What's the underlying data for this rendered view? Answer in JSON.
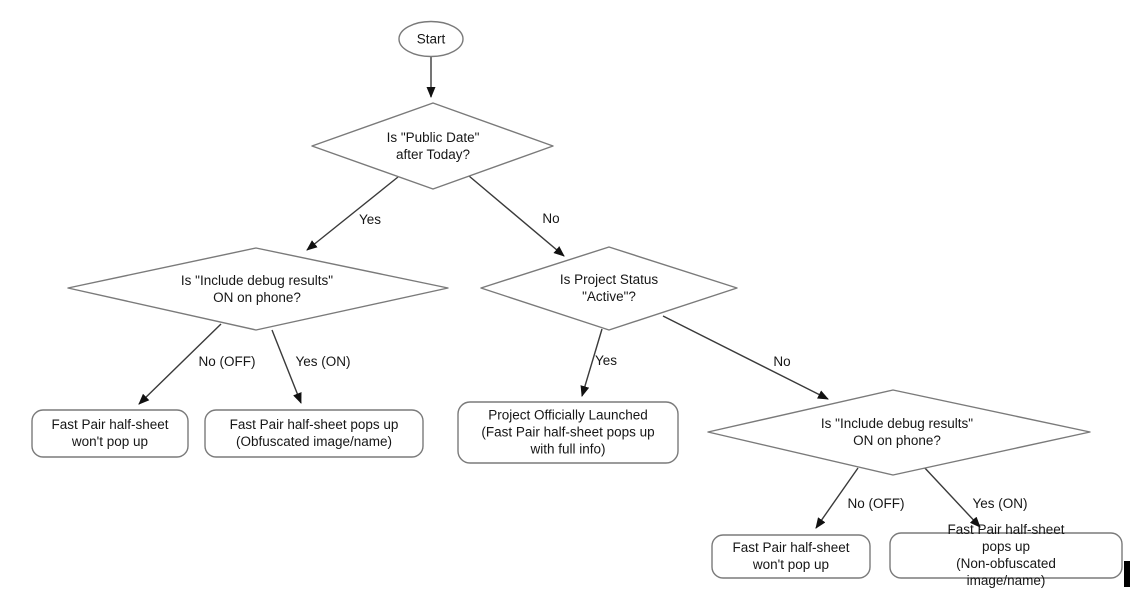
{
  "flowchart": {
    "colors": {
      "background": "#ffffff",
      "shape_stroke": "#7a7a7a",
      "connector": "#3a3a3a",
      "arrowhead": "#111111",
      "text": "#161616"
    },
    "start": {
      "id": "start",
      "type": "terminator",
      "label": "Start"
    },
    "decisions": {
      "public_date": {
        "id": "public_date",
        "type": "decision",
        "label": "Is \"Public Date\"\nafter Today?"
      },
      "debug_left": {
        "id": "debug_left",
        "type": "decision",
        "label": "Is \"Include debug results\"\nON on phone?"
      },
      "project_status": {
        "id": "project_status",
        "type": "decision",
        "label": "Is Project Status\n\"Active\"?"
      },
      "debug_right": {
        "id": "debug_right",
        "type": "decision",
        "label": "Is \"Include debug results\"\nON on phone?"
      }
    },
    "outcomes": {
      "wont_popup_left": {
        "id": "wont_popup_left",
        "type": "process",
        "label": "Fast Pair half-sheet\nwon't pop up"
      },
      "popup_obfuscated": {
        "id": "popup_obfuscated",
        "type": "process",
        "label": "Fast Pair half-sheet pops up\n(Obfuscated image/name)"
      },
      "launched": {
        "id": "launched",
        "type": "process",
        "label": "Project Officially Launched\n(Fast Pair half-sheet pops up\nwith full info)"
      },
      "wont_popup_right": {
        "id": "wont_popup_right",
        "type": "process",
        "label": "Fast Pair half-sheet\nwon't pop up"
      },
      "popup_nonobfuscated": {
        "id": "popup_nonobfuscated",
        "type": "process",
        "label": "Fast Pair half-sheet pops up\n(Non-obfuscated image/name)"
      }
    },
    "edges": {
      "start_to_public_date": {
        "from": "start",
        "to": "public_date",
        "label": ""
      },
      "yes_top": {
        "from": "public_date",
        "to": "debug_left",
        "label": "Yes"
      },
      "no_top": {
        "from": "public_date",
        "to": "project_status",
        "label": "No"
      },
      "no_off_left": {
        "from": "debug_left",
        "to": "wont_popup_left",
        "label": "No (OFF)"
      },
      "yes_on_left": {
        "from": "debug_left",
        "to": "popup_obfuscated",
        "label": "Yes (ON)"
      },
      "yes_mid": {
        "from": "project_status",
        "to": "launched",
        "label": "Yes"
      },
      "no_mid": {
        "from": "project_status",
        "to": "debug_right",
        "label": "No"
      },
      "no_off_right": {
        "from": "debug_right",
        "to": "wont_popup_right",
        "label": "No (OFF)"
      },
      "yes_on_right": {
        "from": "debug_right",
        "to": "popup_nonobfuscated",
        "label": "Yes (ON)"
      }
    }
  }
}
